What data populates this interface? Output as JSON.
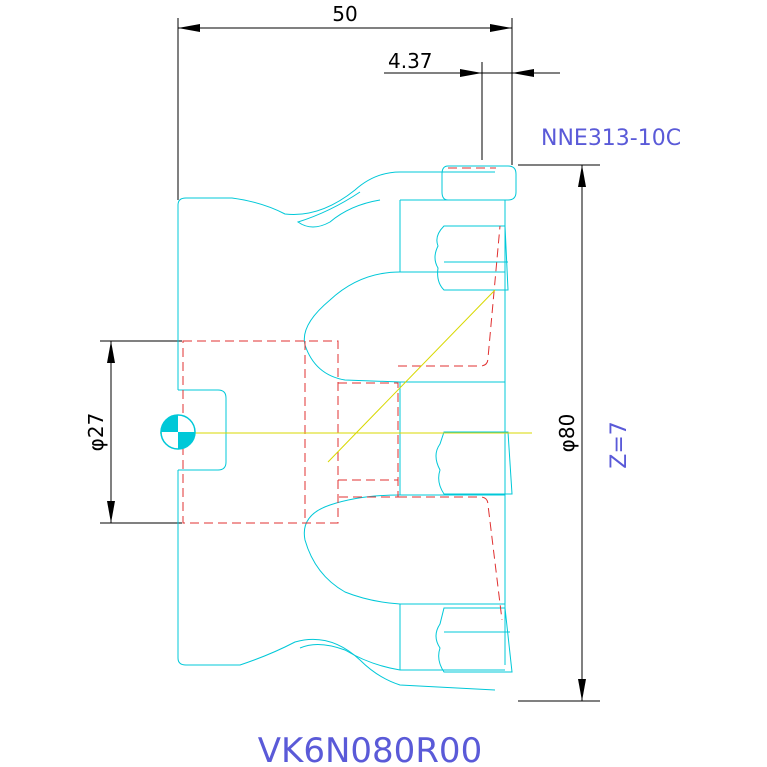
{
  "dimensions": {
    "width_label": "50",
    "offset_label": "4.37",
    "bore_label": "φ27",
    "diameter_label": "φ80"
  },
  "annotations": {
    "insert_code": "NNE313-10C",
    "teeth_count": "Z=7",
    "part_number": "VK6N080R00"
  },
  "colors": {
    "outline": "#00c8d8",
    "hidden_lines": "#e03030",
    "center_lines": "#d8d800",
    "dimension_lines": "#000000",
    "annotation_text": "#5a5ad8"
  }
}
